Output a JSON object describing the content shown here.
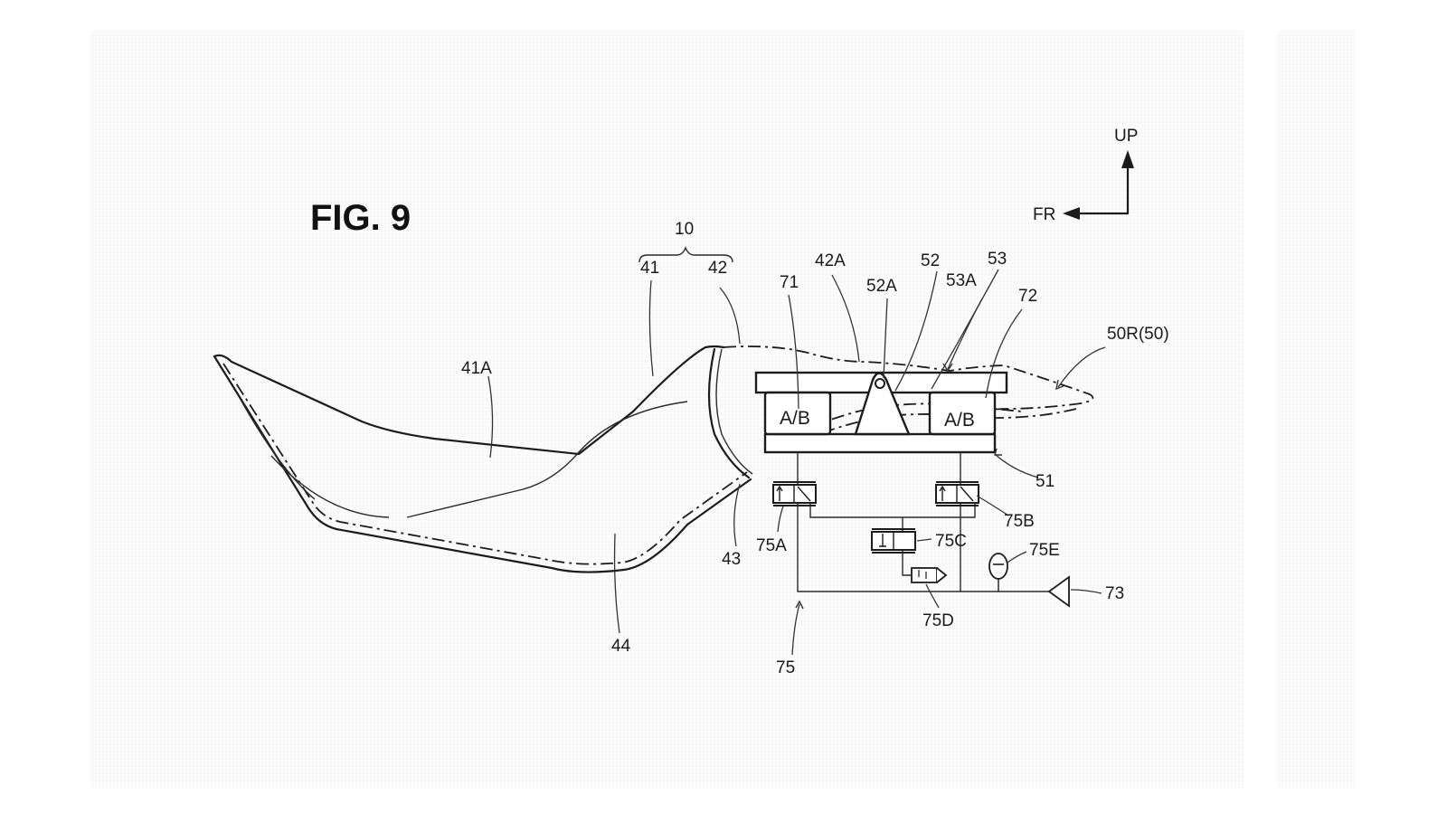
{
  "figure": {
    "title": "FIG. 9",
    "direction": {
      "up": "UP",
      "front": "FR"
    }
  },
  "labels": {
    "seat": "10",
    "front_seat": "41",
    "rear_seat": "42",
    "front_seat_surface": "41A",
    "rear_seat_surface": "42A",
    "seam": "43",
    "seat_bottom": "44",
    "hinge": "52",
    "hinge_pin": "52A",
    "link": "53",
    "link_part": "53A",
    "air_bag_front": "71",
    "air_bag_rear": "72",
    "base_plate": "51",
    "rear_cover": "50R(50)",
    "air_source": "73",
    "pneumatic_circuit": "75",
    "valve_a": "75A",
    "valve_b": "75B",
    "valve_c": "75C",
    "silencer": "75D",
    "accumulator": "75E",
    "bag_text_front": "A/B",
    "bag_text_rear": "A/B"
  }
}
